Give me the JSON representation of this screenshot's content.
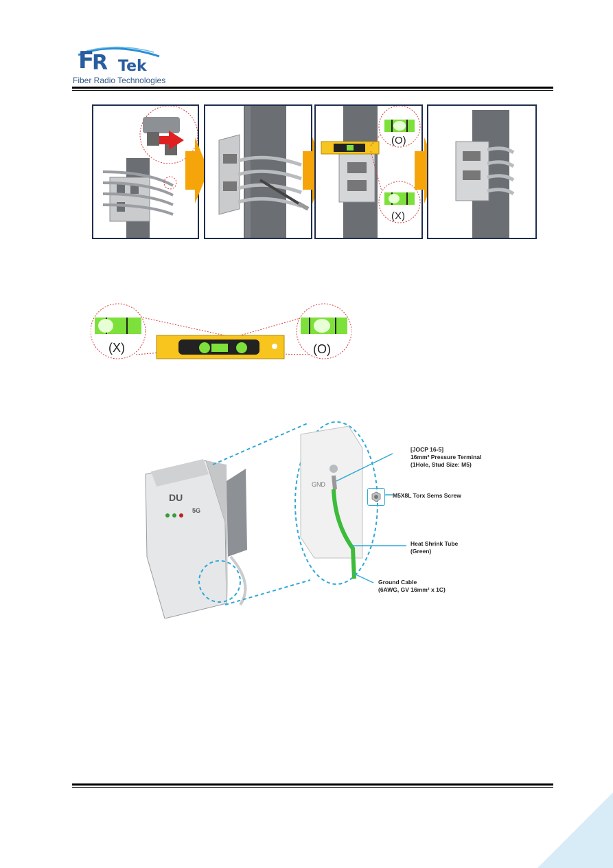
{
  "header": {
    "logo_main": "FRTek",
    "logo_r": "R",
    "logo_f": "F",
    "logo_tek": "Tek",
    "subtitle": "Fiber Radio Technologies"
  },
  "mount_steps": {
    "panel3_label_ok": "(O)",
    "panel3_label_bad": "(X)"
  },
  "level_detail": {
    "label_bad": "(X)",
    "label_ok": "(O)"
  },
  "ground": {
    "unit_label": "DU",
    "unit_badge": "5G",
    "gnd_label": "GND",
    "callout_terminal_1": "[JOCP 16-5]",
    "callout_terminal_2": "16mm² Pressure Terminal",
    "callout_terminal_3": "(1Hole, Stud Size: M5)",
    "callout_screw": "M5X8L Torx Sems Screw",
    "callout_tube_1": "Heat Shrink Tube",
    "callout_tube_2": "(Green)",
    "callout_cable_1": "Ground Cable",
    "callout_cable_2": "(6AWG, GV 16mm² x 1C)"
  },
  "colors": {
    "brand_blue": "#2a5d9f",
    "arrow_orange": "#f5a50a",
    "level_yellow": "#f7c51d",
    "bubble_green": "#7ee03a",
    "cable_green": "#3dbb3a",
    "dash_blue": "#2fa8d8",
    "corner_blue": "#d7ecf7"
  }
}
